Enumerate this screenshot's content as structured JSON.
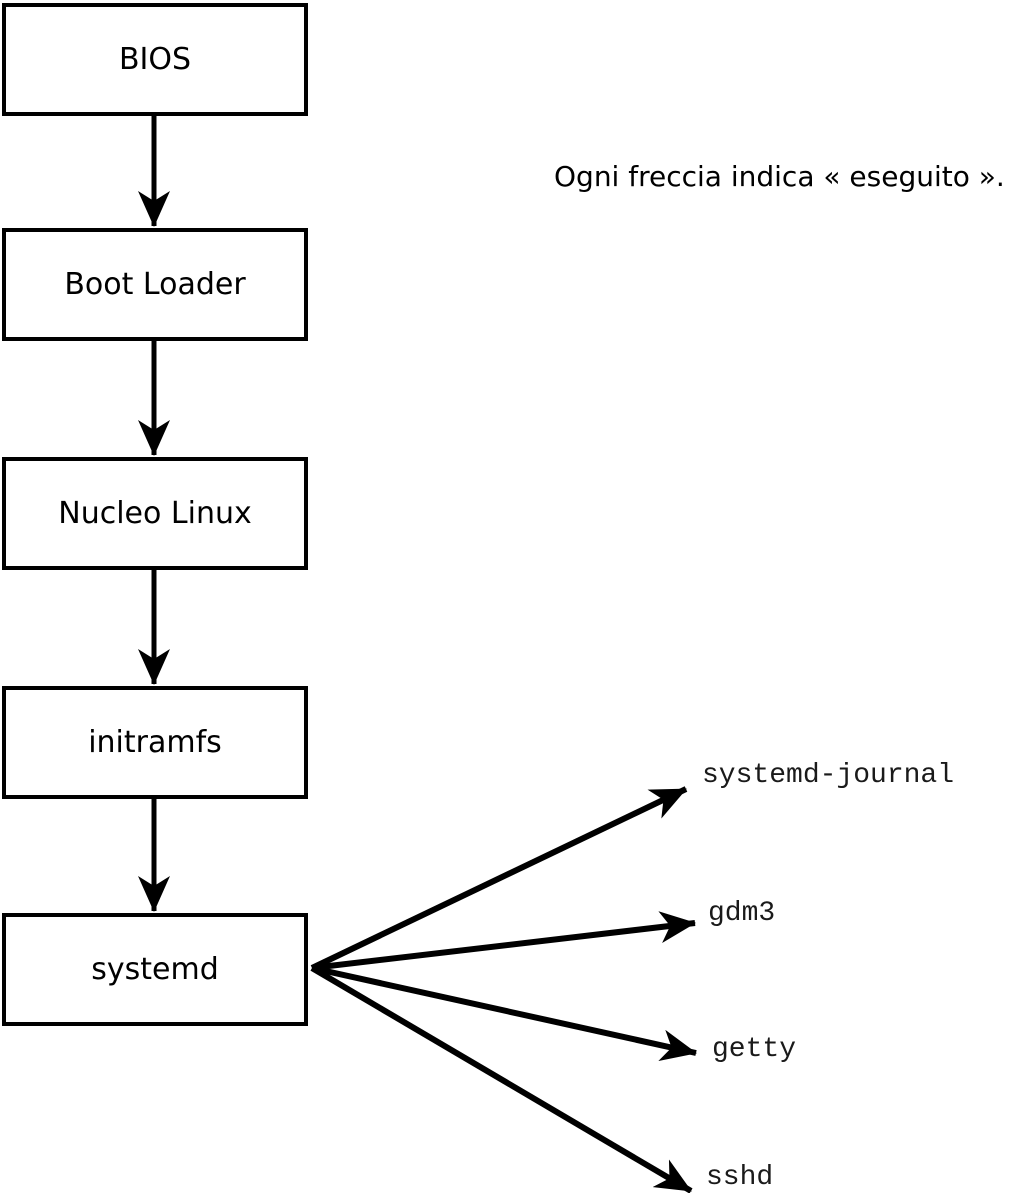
{
  "diagram": {
    "title": "linux-boot-sequence",
    "caption": "Ogni freccia indica « eseguito ».",
    "colors": {
      "foreground": "#000000",
      "background": "#ffffff"
    },
    "nodes": [
      {
        "id": "bios",
        "label": "BIOS"
      },
      {
        "id": "boot-loader",
        "label": "Boot Loader"
      },
      {
        "id": "nucleo-linux",
        "label": "Nucleo Linux"
      },
      {
        "id": "initramfs",
        "label": "initramfs"
      },
      {
        "id": "systemd",
        "label": "systemd"
      }
    ],
    "chain_edges": [
      {
        "from": "bios",
        "to": "boot-loader"
      },
      {
        "from": "boot-loader",
        "to": "nucleo-linux"
      },
      {
        "from": "nucleo-linux",
        "to": "initramfs"
      },
      {
        "from": "initramfs",
        "to": "systemd"
      }
    ],
    "processes": [
      {
        "id": "systemd-journal",
        "label": "systemd-journal"
      },
      {
        "id": "gdm3",
        "label": "gdm3"
      },
      {
        "id": "getty",
        "label": "getty"
      },
      {
        "id": "sshd",
        "label": "sshd"
      }
    ]
  }
}
